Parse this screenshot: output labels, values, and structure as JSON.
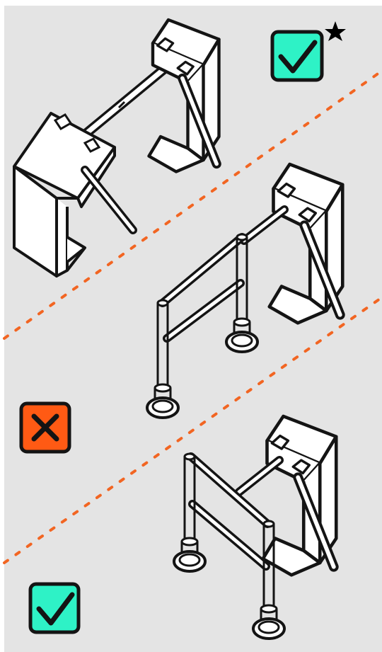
{
  "colors": {
    "background": "#e4e4e4",
    "divider": "#f26522",
    "check_fill": "#2ef2c6",
    "cross_fill": "#ff5a14",
    "stroke": "#141414",
    "star": "#000000"
  },
  "panels": [
    {
      "id": "top",
      "layout": "two-tripod-turnstiles",
      "verdict": "correct",
      "marker": "star",
      "marker_icon": "star-icon",
      "verdict_icon": "checkmark-icon"
    },
    {
      "id": "middle",
      "layout": "tripod-turnstile-with-side-railing",
      "verdict": "incorrect",
      "verdict_icon": "cross-icon"
    },
    {
      "id": "bottom",
      "layout": "tripod-turnstile-with-railing-offset",
      "verdict": "correct",
      "verdict_icon": "checkmark-icon"
    }
  ]
}
